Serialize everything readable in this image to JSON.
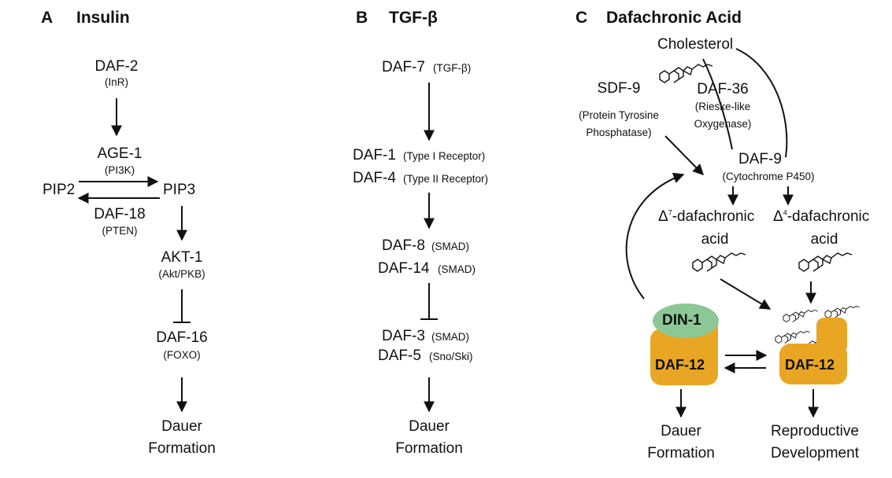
{
  "panelA": {
    "letter": "A",
    "title": "Insulin",
    "daf2": "DAF-2",
    "daf2_sub": "(InR)",
    "age1": "AGE-1",
    "age1_sub": "(PI3K)",
    "pip2": "PIP2",
    "pip3": "PIP3",
    "daf18": "DAF-18",
    "daf18_sub": "(PTEN)",
    "akt1": "AKT-1",
    "akt1_sub": "(Akt/PKB)",
    "daf16": "DAF-16",
    "daf16_sub": "(FOXO)",
    "out1": "Dauer",
    "out2": "Formation"
  },
  "panelB": {
    "letter": "B",
    "title": "TGF-β",
    "daf7": "DAF-7",
    "daf7_sub": "(TGF-β)",
    "daf1": "DAF-1",
    "daf1_sub": "(Type I Receptor)",
    "daf4": "DAF-4",
    "daf4_sub": "(Type II Receptor)",
    "daf8": "DAF-8",
    "daf8_sub": "(SMAD)",
    "daf14": "DAF-14",
    "daf14_sub": "(SMAD)",
    "daf3": "DAF-3",
    "daf3_sub": "(SMAD)",
    "daf5": "DAF-5",
    "daf5_sub": "(Sno/Ski)",
    "out1": "Dauer",
    "out2": "Formation"
  },
  "panelC": {
    "letter": "C",
    "title": "Dafachronic Acid",
    "cholesterol": "Cholesterol",
    "sdf9": "SDF-9",
    "sdf9_sub1": "(Protein Tyrosine",
    "sdf9_sub2": "Phosphatase)",
    "daf36": "DAF-36",
    "daf36_sub1": "(Rieske-like",
    "daf36_sub2": "Oxygenase)",
    "daf9": "DAF-9",
    "daf9_sub": "(Cytochrome P450)",
    "delta": "Δ",
    "d7_sup": "7",
    "d7_label": "-dafachronic",
    "d4_sup": "4",
    "d4_label": "-dafachronic",
    "acid": "acid",
    "din1": "DIN-1",
    "daf12": "DAF-12",
    "out_left1": "Dauer",
    "out_left2": "Formation",
    "out_right1": "Reproductive",
    "out_right2": "Development"
  },
  "colors": {
    "daf12": "#e8a624",
    "din1": "#8cc796",
    "lines": "#111111"
  }
}
